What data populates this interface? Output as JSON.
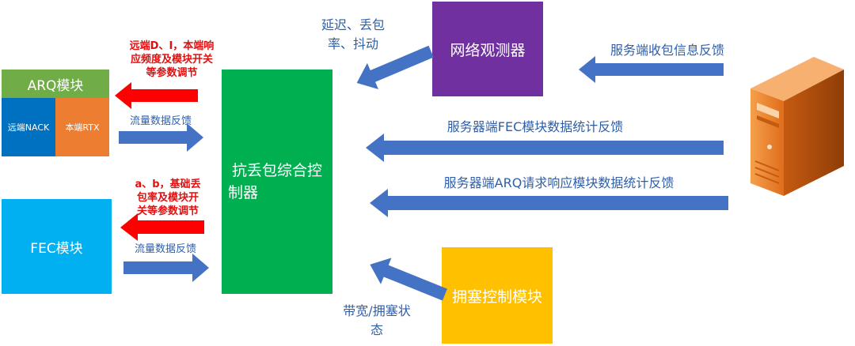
{
  "nodes": {
    "arq": {
      "title": "ARQ模块",
      "remote_nack": "远端NACK",
      "local_rtx": "本端RTX"
    },
    "fec": {
      "title": "FEC模块"
    },
    "controller": {
      "line1": "抗丢包综合控",
      "line2": "制器"
    },
    "network_observer": {
      "title": "网络观测器"
    },
    "congestion": {
      "title": "拥塞控制模块"
    }
  },
  "labels": {
    "arq_params": {
      "line1": "远端D、I，本端响",
      "line2": "应频度及模块开关",
      "line3": "等参数调节"
    },
    "arq_feedback": "流量数据反馈",
    "fec_params": {
      "line1": "a、b，基础丢",
      "line2": "包率及模块开",
      "line3": "关等参数调节"
    },
    "fec_feedback": "流量数据反馈",
    "delay_loss": {
      "line1": "延迟、丢包",
      "line2": "率、抖动"
    },
    "server_recv_feedback": "服务端收包信息反馈",
    "server_fec_feedback": "服务器端FEC模块数据统计反馈",
    "server_arq_feedback": "服务器端ARQ请求响应模块数据统计反馈",
    "bandwidth": {
      "line1": "带宽/拥塞状",
      "line2": "态"
    }
  },
  "colors": {
    "arq_header": "#70ad47",
    "arq_nack": "#0070c0",
    "arq_rtx": "#ed7d31",
    "fec": "#00b0f0",
    "controller": "#00b050",
    "network_observer": "#7030a0",
    "congestion": "#ffc000",
    "arrow_blue": "#4472c4",
    "arrow_red": "#ff0000",
    "label_blue": "#2e5fa8",
    "label_red": "#e01010"
  }
}
